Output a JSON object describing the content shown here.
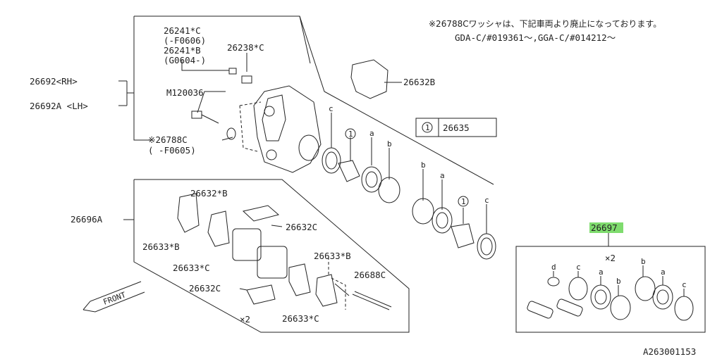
{
  "header_note": {
    "line1": "※26788Cワッシャは、下記車両より廃止になっております。",
    "line2": "GDA-C/#019361～,GGA-C/#014212～"
  },
  "labels": {
    "p26692_rh": "26692<RH>",
    "p26692a_lh": "26692A <LH>",
    "p26241c": "26241*C",
    "p26241c_range": "(-F0606)",
    "p26241b": "26241*B",
    "p26241b_range": "(G0604-)",
    "p26238c": "26238*C",
    "m120036": "M120036",
    "p26788c": "※26788C",
    "p26788c_range": "(    -F0605)",
    "p26632b": "26632B",
    "p26635": "26635",
    "p26696a": "26696A",
    "p26632_b": "26632*B",
    "p26633_b_top": "26633*B",
    "p26633_c_top": "26633*C",
    "p26632c_top": "26632C",
    "p26632c_bot": "26632C",
    "x2_left": "×2",
    "p26633_b_right": "26633*B",
    "p26688c": "26688C",
    "p26633_c_bot": "26633*C",
    "p26697": "26697",
    "x2_kit": "×2",
    "front": "FRONT",
    "diagram_id": "A263001153"
  },
  "callouts": {
    "c": "c",
    "a": "a",
    "b": "b",
    "d": "d",
    "one": "1"
  },
  "colors": {
    "highlight": "#7fdc6e",
    "line": "#222222"
  }
}
